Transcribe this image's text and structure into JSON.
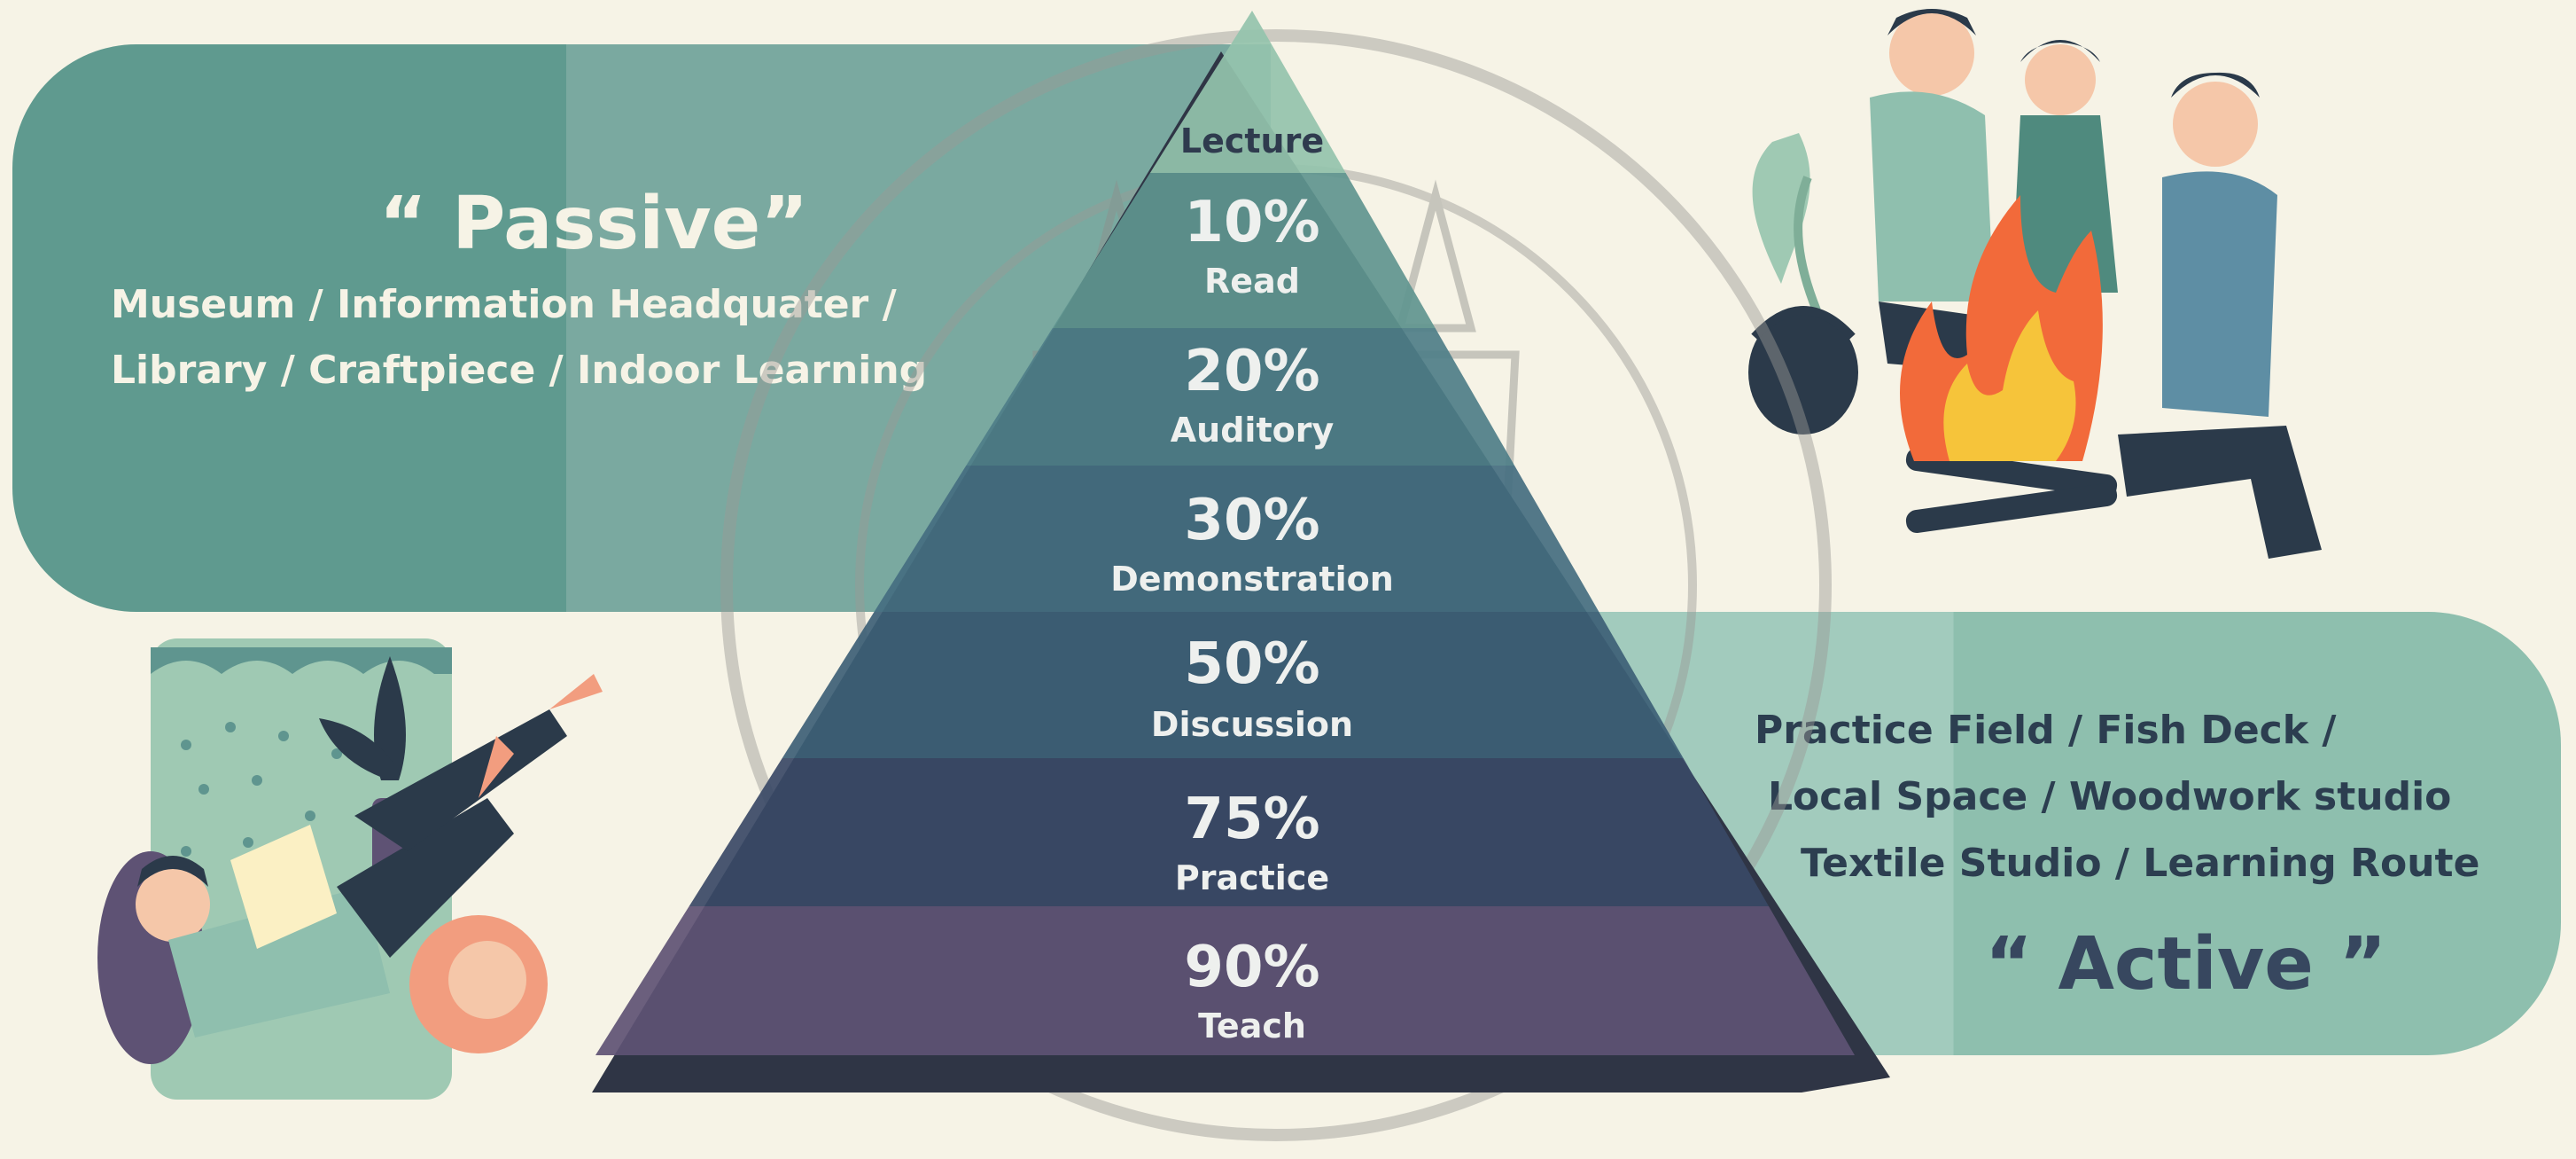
{
  "passive": {
    "title": "“ Passive”",
    "line1": "Museum / Information Headquater /",
    "line2": "Library / Craftpiece / Indoor Learning"
  },
  "active": {
    "title": "“ Active ”",
    "line1": "Practice Field / Fish Deck /",
    "line2": "Local Space / Woodwork studio",
    "line3": "Textile Studio / Learning Route"
  },
  "pyramid": {
    "top_label": "Lecture",
    "tiers": [
      {
        "percent": "10%",
        "label": "Read",
        "color": "#5f958f"
      },
      {
        "percent": "20%",
        "label": "Auditory",
        "color": "#4e7e88"
      },
      {
        "percent": "30%",
        "label": "Demonstration",
        "color": "#446e80"
      },
      {
        "percent": "50%",
        "label": "Discussion",
        "color": "#3d5f76"
      },
      {
        "percent": "75%",
        "label": "Practice",
        "color": "#3a4966"
      },
      {
        "percent": "90%",
        "label": "Teach",
        "color": "#5e5274"
      }
    ]
  },
  "colors": {
    "background": "#f6f3e6",
    "passive_panel": "#5f9a8f",
    "active_panel": "#a2cbbd",
    "pyramid_shadow": "#2f3545",
    "pyramid_apex": "#94c3ad"
  }
}
